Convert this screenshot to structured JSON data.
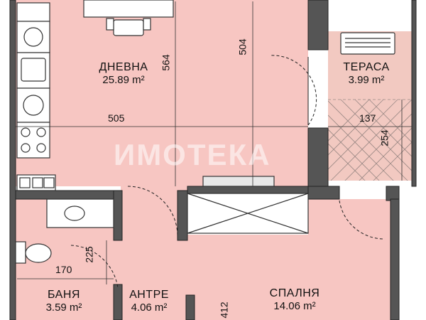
{
  "rooms": {
    "living": {
      "name": "ДНЕВНА",
      "area": "25.89 m²"
    },
    "terrace": {
      "name": "ТЕРАСА",
      "area": "3.99 m²"
    },
    "bath": {
      "name": "БАНЯ",
      "area": "3.59 m²"
    },
    "hall": {
      "name": "АНТРЕ",
      "area": "4.06 m²"
    },
    "bedroom": {
      "name": "СПАЛНЯ",
      "area": "14.06 m²"
    }
  },
  "dimensions": {
    "d564": "564",
    "d504": "504",
    "d505": "505",
    "d137": "137",
    "d254": "254",
    "d225": "225",
    "d170": "170",
    "d412": "412"
  },
  "watermark": "ИМОТЕКА",
  "colors": {
    "room_fill": "#f7c6c2",
    "wall": "#555555",
    "terrace_fill": "#f2c9c1",
    "line": "#222222"
  }
}
